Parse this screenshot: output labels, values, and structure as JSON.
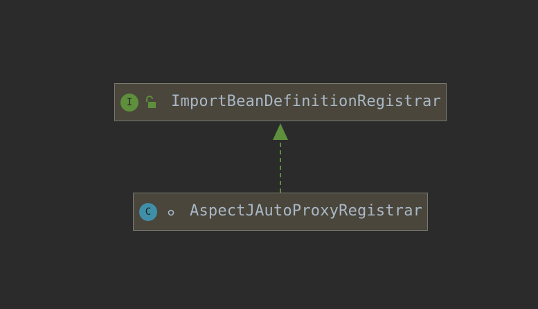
{
  "diagram": {
    "nodes": [
      {
        "id": "interface",
        "kind_badge": "I",
        "kind": "interface",
        "visibility_icon": "unlocked-padlock-icon",
        "label": "ImportBeanDefinitionRegistrar",
        "badge_color": "#5e8f3c"
      },
      {
        "id": "class",
        "kind_badge": "C",
        "kind": "class",
        "visibility_icon": "package-private-circle-icon",
        "label": "AspectJAutoProxyRegistrar",
        "badge_color": "#3f8fa8"
      }
    ],
    "edges": [
      {
        "from": "class",
        "to": "interface",
        "relation": "implements",
        "style": "dashed",
        "color": "#5e8f3c"
      }
    ]
  },
  "colors": {
    "background": "#2b2b2b",
    "node_fill": "#4a463b",
    "node_border": "#7a7a72",
    "label_text": "#a9b7c6"
  }
}
